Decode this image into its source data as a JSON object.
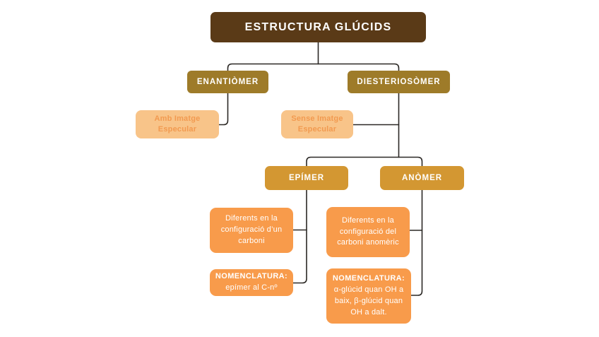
{
  "diagram": {
    "title": "ESTRUCTURA GLÚCIDS",
    "nodes": {
      "enantiomer": {
        "label": "ENANTIÒMER"
      },
      "diesteriosomer": {
        "label": "DIESTERIOSÒMER"
      },
      "amb_imatge": {
        "label": "Amb Imatge\nEspecular"
      },
      "sense_imatge": {
        "label": "Sense Imatge\nEspecular"
      },
      "epimer": {
        "label": "EPÍMER"
      },
      "anomer": {
        "label": "ANÒMER"
      },
      "dif_un": {
        "label": "Diferents en la\nconfiguració d’un\ncarboni"
      },
      "dif_anomeric": {
        "label": "Diferents en la\nconfiguració del\ncarboni anomèric"
      },
      "nom_epimer": {
        "heading": "NOMENCLATURA:",
        "body": "epímer al C-nº"
      },
      "nom_anomer": {
        "heading": "NOMENCLATURA:",
        "body": "α-glúcid quan OH a\nbaix, β-glúcid quan\nOH a dalt."
      }
    },
    "colors": {
      "dark-brown": "#5a3a17",
      "gold": "#9e7b29",
      "amber": "#d39732",
      "peach": "#f8c489",
      "peach-text": "#f29a50",
      "orange": "#f89b4b",
      "line": "#2b2825"
    }
  }
}
